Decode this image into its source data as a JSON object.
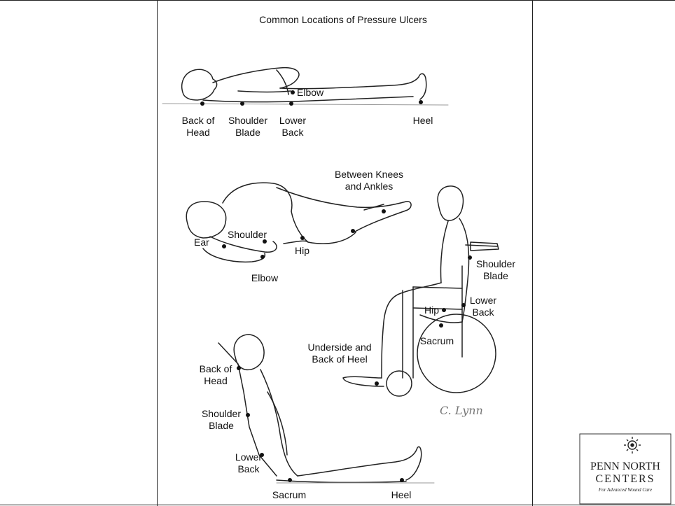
{
  "title": "Common Locations of Pressure Ulcers",
  "figures": {
    "supine": {
      "labels": [
        {
          "id": "elbow",
          "text": [
            "Elbow"
          ]
        },
        {
          "id": "back-of-head",
          "text": [
            "Back of",
            "Head"
          ]
        },
        {
          "id": "shoulder-blade",
          "text": [
            "Shoulder",
            "Blade"
          ]
        },
        {
          "id": "lower-back",
          "text": [
            "Lower",
            "Back"
          ]
        },
        {
          "id": "heel",
          "text": [
            "Heel"
          ]
        }
      ]
    },
    "side_lying": {
      "labels": [
        {
          "id": "between-knees-and-ankles",
          "text": [
            "Between Knees",
            "and Ankles"
          ]
        },
        {
          "id": "shoulder",
          "text": [
            "Shoulder"
          ]
        },
        {
          "id": "ear",
          "text": [
            "Ear"
          ]
        },
        {
          "id": "hip",
          "text": [
            "Hip"
          ]
        },
        {
          "id": "elbow",
          "text": [
            "Elbow"
          ]
        }
      ]
    },
    "wheelchair": {
      "labels": [
        {
          "id": "shoulder-blade",
          "text": [
            "Shoulder",
            "Blade"
          ]
        },
        {
          "id": "lower-back",
          "text": [
            "Lower",
            "Back"
          ]
        },
        {
          "id": "hip",
          "text": [
            "Hip"
          ]
        },
        {
          "id": "sacrum",
          "text": [
            "Sacrum"
          ]
        },
        {
          "id": "underside-and-back-of-heel",
          "text": [
            "Underside and",
            "Back of Heel"
          ]
        }
      ]
    },
    "semi_reclined": {
      "labels": [
        {
          "id": "back-of-head",
          "text": [
            "Back of",
            "Head"
          ]
        },
        {
          "id": "shoulder-blade",
          "text": [
            "Shoulder",
            "Blade"
          ]
        },
        {
          "id": "lower-back",
          "text": [
            "Lower",
            "Back"
          ]
        },
        {
          "id": "sacrum",
          "text": [
            "Sacrum"
          ]
        },
        {
          "id": "heel",
          "text": [
            "Heel"
          ]
        }
      ]
    }
  },
  "signature": "C. Lynn",
  "logo": {
    "line1": "PENN NORTH",
    "line2": "CENTERS",
    "line3": "For Advanced Wound Care"
  },
  "colors": {
    "ink": "#111111",
    "marker": "#111111",
    "border": "#222222"
  }
}
